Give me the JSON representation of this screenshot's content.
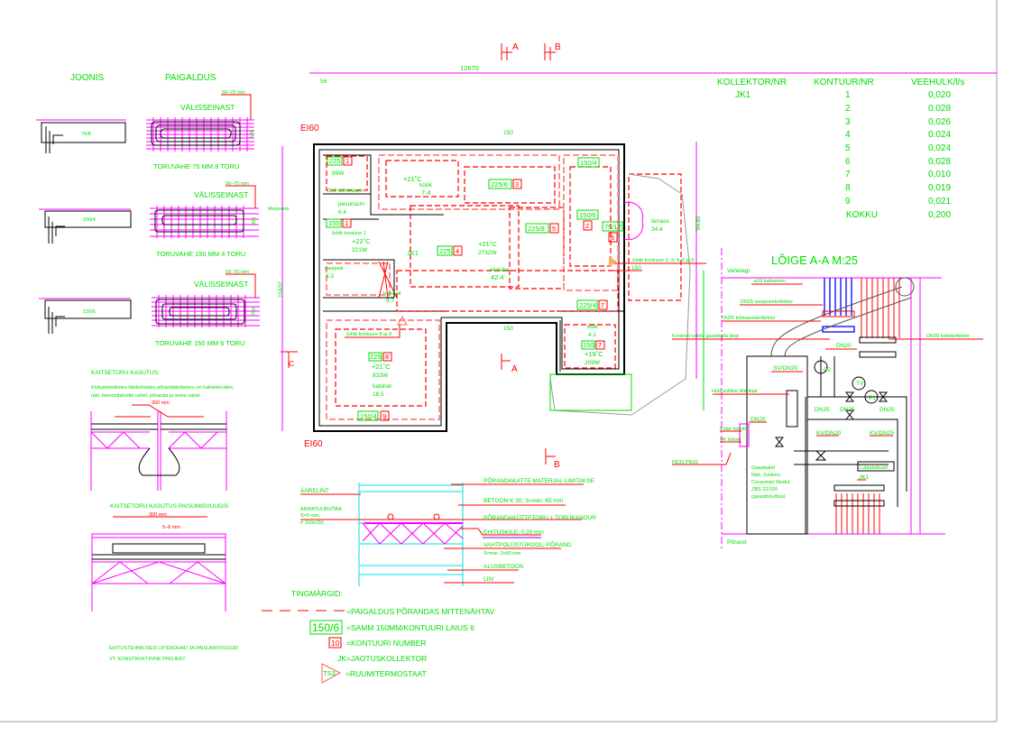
{
  "legend_details": {
    "joonis": "JOONIS",
    "paigaldus": "PAIGALDUS",
    "items": [
      {
        "code": "75/8",
        "offset": "50–70 mm",
        "wall": "VÄLISSEINAST",
        "width": "525",
        "caption": "TORUVAHE 75 MM 8 TORU"
      },
      {
        "code": "150/4",
        "offset": "50–70 mm",
        "wall": "VÄLISSEINAST",
        "width": "450",
        "caption": "TORUVAHE 150 MM 4 TORU"
      },
      {
        "code": "150/6",
        "offset": "50–70 mm",
        "wall": "VÄLISSEINAST",
        "width": "750",
        "caption": "TORUVAHE 150 MM 6 TORU"
      }
    ]
  },
  "protective_pipe": {
    "title": "KAITSETORU KASUTUS:",
    "text1": "Ehitustehnilistes liitekohtades põrandaküttetoru on kaitsetorudes,",
    "text2": "näit. betoonitahvlite vahel, põranda ja seina vahel",
    "title2": "KAITSETORU KASUTUS PAISUMISVUUGIS",
    "dim": "300 mm",
    "gap": "5–8 mm",
    "note1": "EHITUSTEHNILISED LIITEKOHAD JA PAISUMISVUUGID",
    "note2": "VT. KONSTRUKTIIVNE PROJEKT"
  },
  "plan": {
    "dim_total": "12670",
    "dim_small": "56",
    "dim_height": "11632",
    "dim_terrace": "9430",
    "dim_150_top": "150",
    "dim_150_mid": "150",
    "dim_150_right": "150",
    "fire_class_top": "EI60",
    "fire_class_bottom": "EI60",
    "section_a": "A",
    "section_b": "B",
    "wall_label": "Moossein",
    "rooms": {
      "tehnruum": {
        "code": "225",
        "nr": "1",
        "power": "99W",
        "name": "3.0 tehnruum"
      },
      "pesuruum": {
        "name": "pesuruum",
        "area": "6.4",
        "code": "150",
        "nr": "1",
        "note": "Juhib kontuuri 1",
        "temp": "+22˚C",
        "power": "321W"
      },
      "panipaik": {
        "name": "panipaik",
        "area": "3.3"
      },
      "trepihall": {
        "name": "trepihall",
        "area": "9.7"
      },
      "kook": {
        "temp": "+21˚C",
        "name": "köök",
        "area": "7.4"
      },
      "elutuba": {
        "temp": "+21˚C",
        "power": "2732W",
        "name": "elutuba",
        "area": "42.4",
        "code": "225",
        "nr": "4"
      },
      "loop3": {
        "code": "225/6",
        "nr": "3"
      },
      "loop5": {
        "code": "225/8",
        "nr": "5"
      },
      "loop_top": {
        "code": "150/4"
      },
      "loop2": {
        "code": "150/6",
        "nr": "2"
      },
      "loop6": {
        "code": "75/12",
        "nr": "6"
      },
      "loop7": {
        "code": "225/4",
        "nr": "7"
      },
      "collector": "JK1",
      "kabinet": {
        "note": "Juhib kontuure 8 ja 9",
        "code": "225",
        "nr": "8",
        "temp": "+21˚C",
        "power": "833W",
        "name": "kabinet",
        "area": "18.5"
      },
      "loop9": {
        "code": "150/4",
        "nr": "9"
      },
      "esik": {
        "name": "esik",
        "area": "4.1",
        "code": "150",
        "nr": "7",
        "temp": "+19˚C",
        "power": "209W"
      },
      "terrass": {
        "name": "terrass",
        "area": "34.4"
      },
      "note_right": "Juhib kontuure 2, 3, 4, 5 ja 6"
    }
  },
  "floor_section": {
    "layers": [
      "PÕRANDAKATTE MATERJAL LIMITAKSE",
      "BETOON K 30, S=min. 65 mm",
      "PÕRANDAKÜTTETORU + TORUKANDUR",
      "EHITUSKILE, 0,20 mm",
      "VAHTPOLÜSTÜROOL, PÕRAND",
      "S=min. 2x50 mm",
      "ALUSBETOON",
      "LIIV"
    ],
    "edge_strip": "ÄÄRELINT",
    "mesh1": "ARMATUURVÕRK",
    "mesh2": "S=5 mm,",
    "mesh3": "# 150x150"
  },
  "legend": {
    "title": "TINGMÄRGID:",
    "dashed": "=PAIGALDUS PÕRANDAS MITTENÄHTAV",
    "box_code": "150/6",
    "box_text": "=SAMM 150MM/KONTUURI LAIUS 6",
    "nr_code": "10",
    "nr_text": "=KONTUURI NUMBER",
    "jk": "JK=JAOTUSKOLLEKTOR",
    "ts_code": "TS3",
    "ts_text": "=RUUMITERMOSTAAT"
  },
  "flow_table": {
    "headers": [
      "KOLLEKTOR/NR",
      "KONTUUR/NR",
      "VEEHULK/l/s"
    ],
    "collector": "JK1",
    "rows": [
      {
        "nr": "1",
        "flow": "0,020"
      },
      {
        "nr": "2",
        "flow": "0.028"
      },
      {
        "nr": "3",
        "flow": "0,026"
      },
      {
        "nr": "4",
        "flow": "0.024"
      },
      {
        "nr": "5",
        "flow": "0,024"
      },
      {
        "nr": "6",
        "flow": "0,028"
      },
      {
        "nr": "7",
        "flow": "0,010"
      },
      {
        "nr": "8",
        "flow": "0,019"
      },
      {
        "nr": "9",
        "flow": "0,021"
      }
    ],
    "total_label": "KOKKU",
    "total": "0,200"
  },
  "section_aa": {
    "title": "LÕIGE A-A M:25",
    "vahelagi": "Vahelagi",
    "porand": "Põrand",
    "pipe": "ø16 kaitsetoru",
    "hot_coll": "DN25 soojaveekollektor",
    "cold_coll": "DN25 külmaveekollektor",
    "check": "Kontrolli valida gaasikatla järgi",
    "heat_coll": "DN20 küttekollektor",
    "dn20": "DN20",
    "sv": "SV/DN20",
    "hydraulic": "Hüdrauliline liiteplaat",
    "tv": "TV",
    "p1": "P1",
    "p2": "P2",
    "dn25_a": "DN25",
    "dn25_b": "DN25",
    "dn25_c": "DN25",
    "dn25_d": "DN25",
    "heat_supply": "Kütte tööviti",
    "vk_supply": "VK tööviti",
    "kv20": "KV/DN20",
    "kv25": "KV/DN25",
    "pe": "PE32 PN10",
    "softener": "Lubjakahusti",
    "jk1": "JK1",
    "boiler1": "Gaasikatel",
    "boiler2": "Näit. Junkers",
    "boiler3": "Cerasmart Modul",
    "boiler4": "ZBS 22/150",
    "boiler5": "(gaasitöövõtus)"
  }
}
